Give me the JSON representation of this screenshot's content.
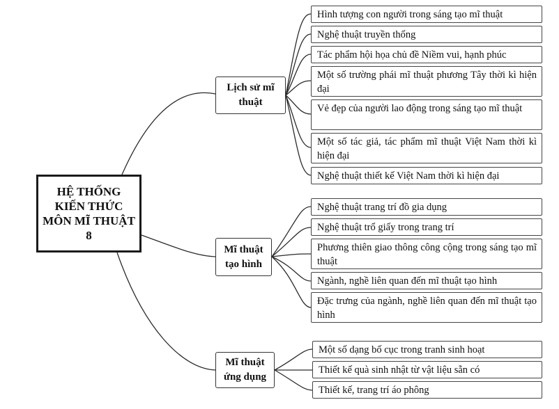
{
  "root": {
    "label": "HỆ THỐNG KIẾN THỨC MÔN MĨ THUẬT 8"
  },
  "branches": [
    {
      "label": "Lịch sử mĩ thuật",
      "items": [
        "Hình tượng con người trong sáng tạo mĩ thuật",
        "Nghệ thuật truyền thống",
        "Tác phẩm hội họa chủ đề Niềm vui, hạnh phúc",
        "Một số trường phái mĩ thuật phương Tây thời kì hiện đại",
        "Vẻ đẹp của người lao động trong sáng tạo mĩ thuật",
        "Một số tác giả, tác phẩm mĩ thuật Việt Nam thời kì hiện đại",
        "Nghệ thuật thiết kế Việt Nam thời kì hiện đại"
      ]
    },
    {
      "label": "Mĩ thuật tạo hình",
      "items": [
        "Nghệ thuật trang trí đồ gia dụng",
        "Nghệ thuật trổ giấy trong trang trí",
        "Phương thiên giao thông công cộng trong sáng tạo mĩ thuật",
        "Ngành, nghề liên quan đến mĩ thuật tạo hình",
        "Đặc trưng của ngành, nghề liên quan đến mĩ thuật tạo hình"
      ]
    },
    {
      "label": "Mĩ thuật ứng dụng",
      "items": [
        "Một số dạng bố cục trong tranh sinh hoạt",
        "Thiết kế quà sinh nhật từ vật liệu sẵn có",
        "Thiết kế, trang trí áo phông"
      ]
    }
  ]
}
